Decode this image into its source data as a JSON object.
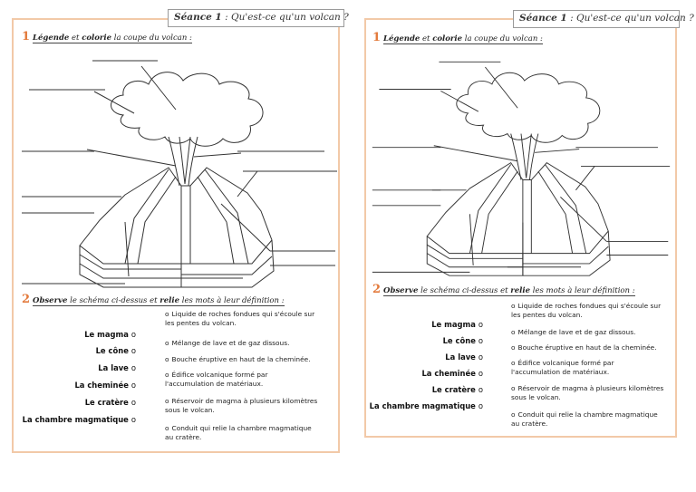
{
  "worksheet": {
    "title_label": "Séance 1",
    "title_rest": " : Qu'est-ce qu'un volcan ?",
    "section1": {
      "number": "1",
      "text_a": "Légende",
      "text_b": " et ",
      "text_c": "colorie",
      "text_d": " la coupe du volcan :"
    },
    "section2": {
      "number": "2",
      "text_a": "Observe",
      "text_b": " le schéma ci-dessus et ",
      "text_c": "relie",
      "text_d": " les mots à leur définition :"
    },
    "words": [
      "Le magma",
      "Le cône",
      "La lave",
      "La cheminée",
      "Le cratère",
      "La chambre magmatique"
    ],
    "bullet": "ο",
    "definitions": [
      [
        "Liquide de roches fondues qui s'écoule sur",
        "les pentes du volcan."
      ],
      [
        "Mélange de lave et de gaz dissous."
      ],
      [
        "Bouche éruptive en haut de la cheminée."
      ],
      [
        "Édifice volcanique formé par",
        "l'accumulation de matériaux."
      ],
      [
        "Réservoir de magma à plusieurs kilomètres",
        "sous le volcan."
      ],
      [
        "Conduit qui relie la chambre magmatique",
        "au cratère."
      ]
    ]
  },
  "colors": {
    "border": "#f2c9a8",
    "section_number": "#e37a3c"
  }
}
